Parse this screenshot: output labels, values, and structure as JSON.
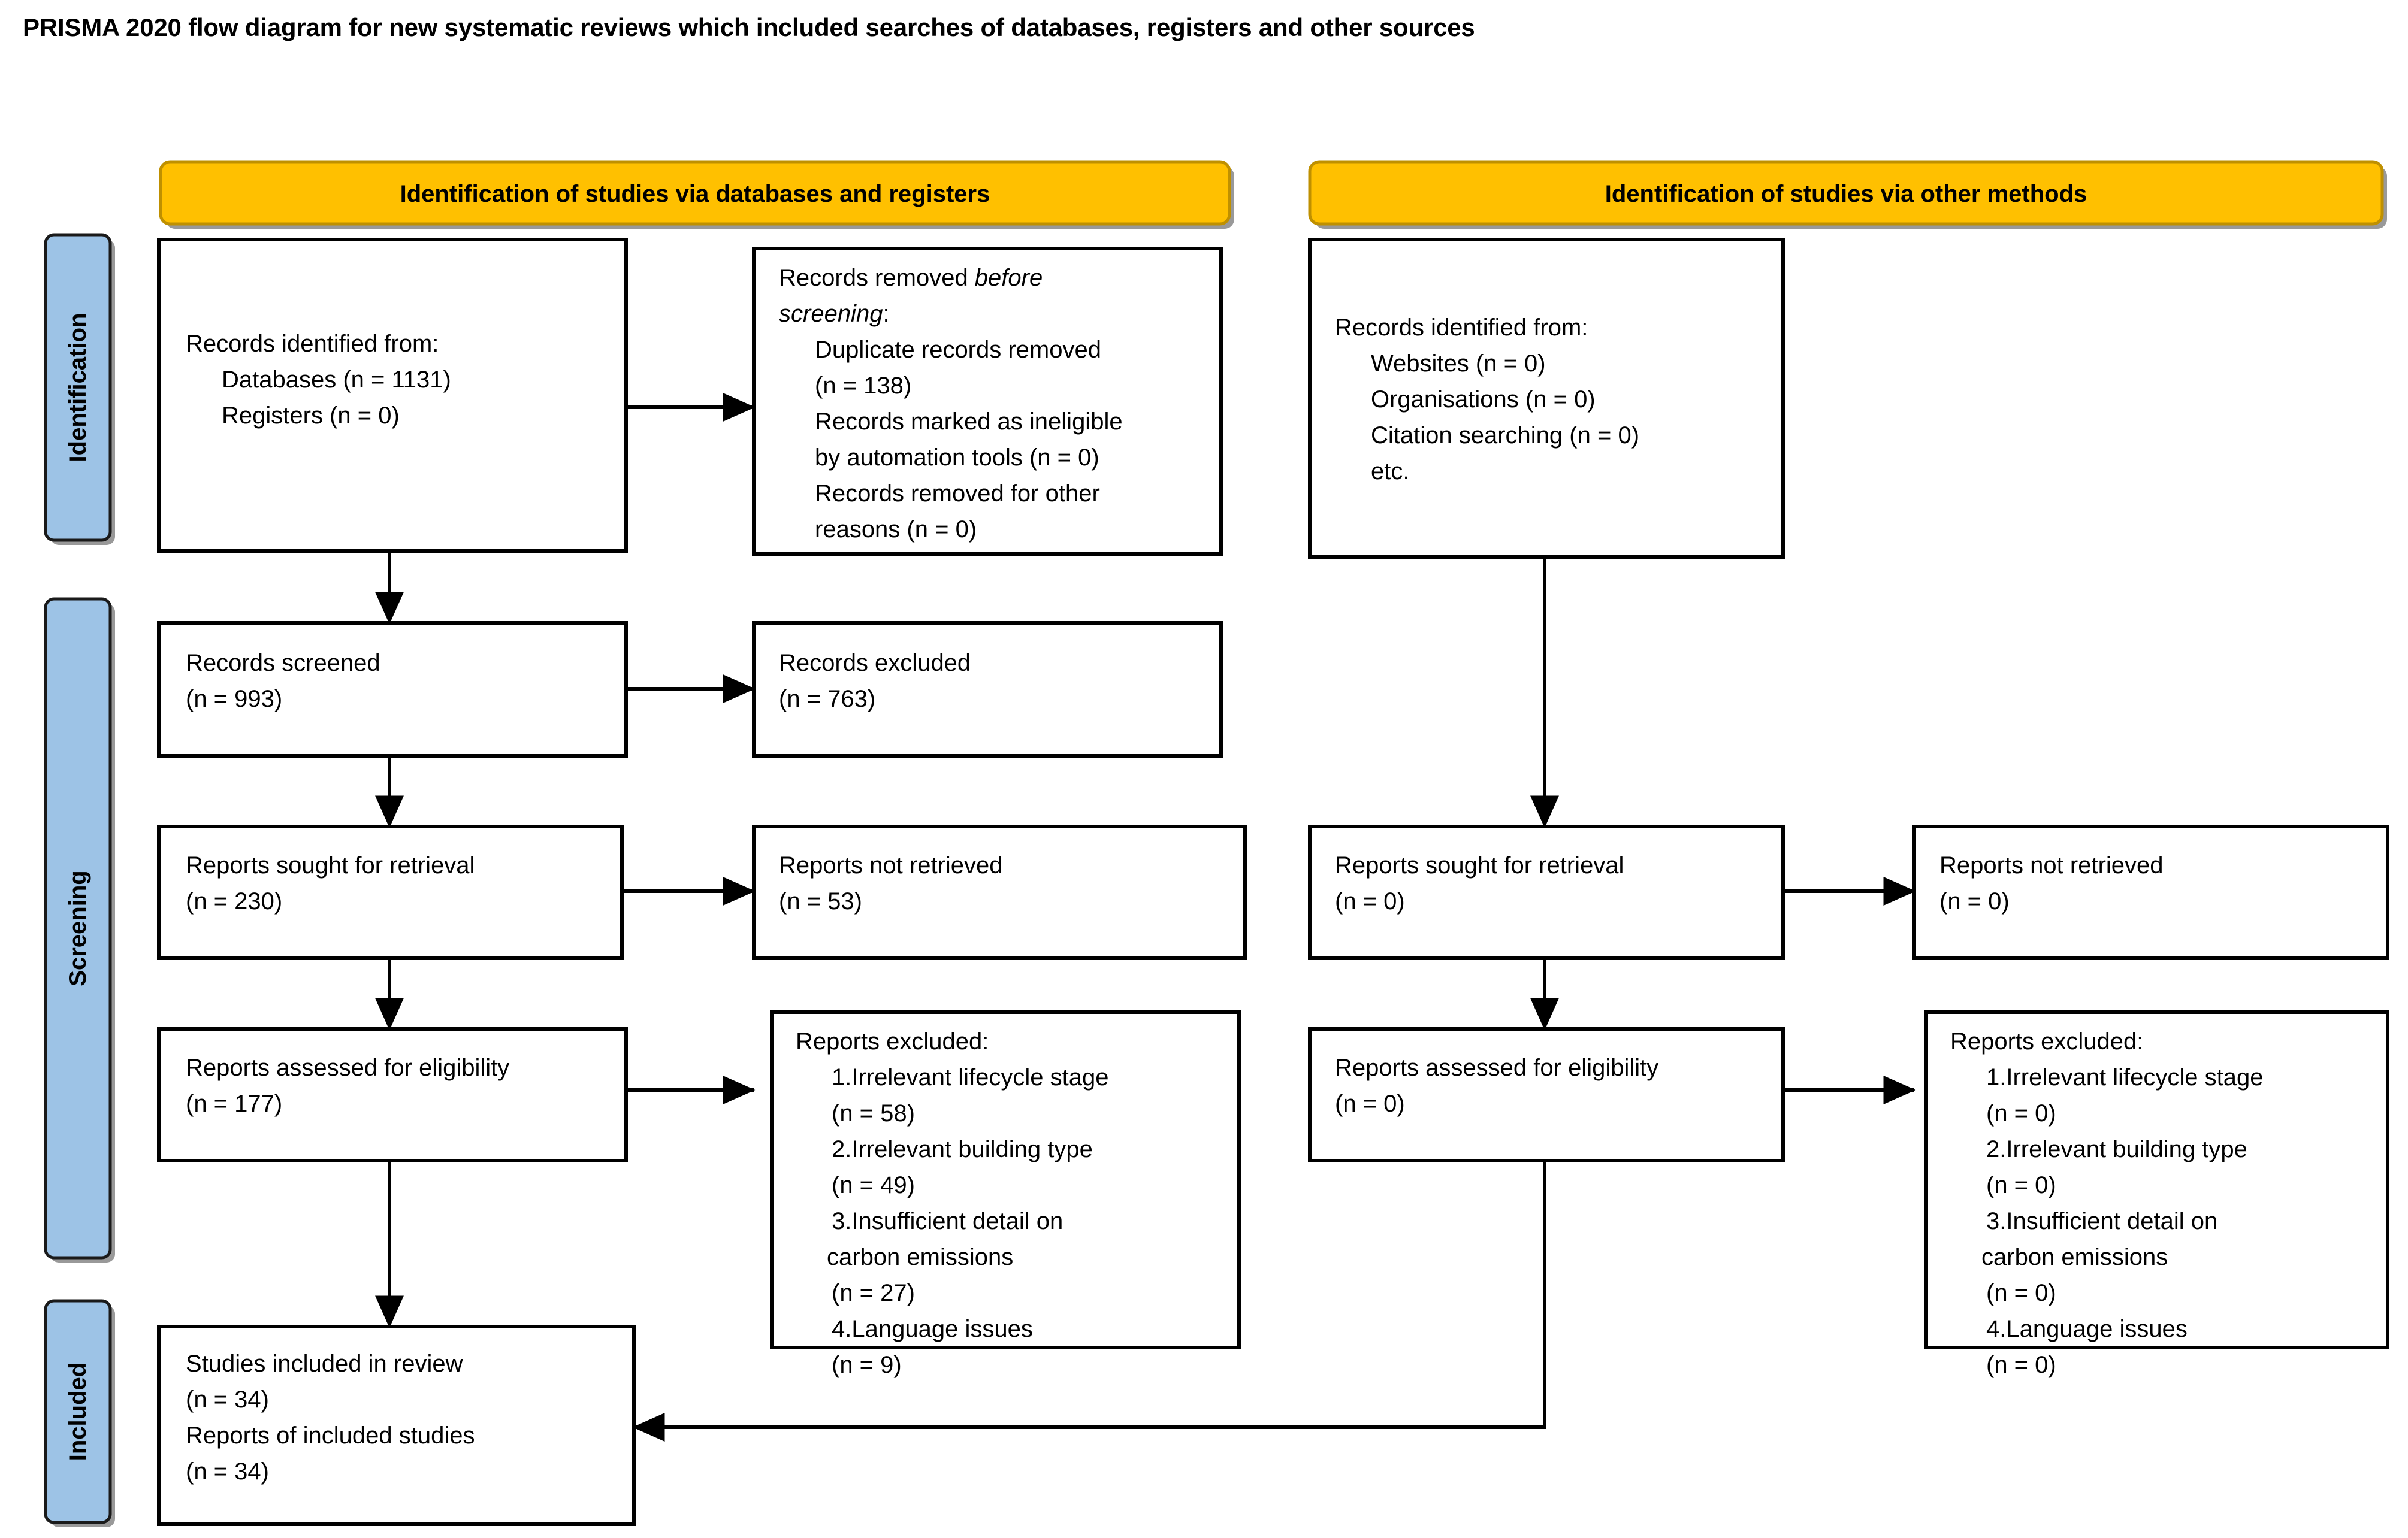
{
  "title": "PRISMA 2020 flow diagram for new systematic reviews which included searches of databases, registers and other sources",
  "colors": {
    "header_fill": "#FFC000",
    "header_border": "#BF9000",
    "stage_fill": "#9DC3E6",
    "box_fill": "#FFFFFF",
    "line": "#000000"
  },
  "stages": [
    {
      "label": "Identification"
    },
    {
      "label": "Screening"
    },
    {
      "label": "Included"
    }
  ],
  "headers": [
    {
      "label": "Identification of studies via databases and registers"
    },
    {
      "label": "Identification of studies via other methods"
    }
  ],
  "boxes": {
    "db_identified": {
      "lines": [
        {
          "text": "Records identified from:",
          "indent": 0
        },
        {
          "text": "Databases (n = 1131)",
          "indent": 1
        },
        {
          "text": "Registers (n = 0)",
          "indent": 1
        }
      ]
    },
    "records_removed": {
      "lines": [
        {
          "text": "Records removed ",
          "indent": 0,
          "italic_tail": "before"
        },
        {
          "text": "screening",
          "indent": 0,
          "italic": true,
          "tail": ":"
        },
        {
          "text": "Duplicate records removed",
          "indent": 1
        },
        {
          "text": "(n = 138)",
          "indent": 1
        },
        {
          "text": "Records marked as ineligible",
          "indent": 1
        },
        {
          "text": "by automation tools (n = 0)",
          "indent": 1
        },
        {
          "text": "Records removed for other",
          "indent": 1
        },
        {
          "text": "reasons (n = 0)",
          "indent": 1
        }
      ]
    },
    "other_identified": {
      "lines": [
        {
          "text": "Records identified from:",
          "indent": 0
        },
        {
          "text": "Websites (n = 0)",
          "indent": 1
        },
        {
          "text": "Organisations (n = 0)",
          "indent": 1
        },
        {
          "text": "Citation searching (n = 0)",
          "indent": 1
        },
        {
          "text": "etc.",
          "indent": 1
        }
      ]
    },
    "records_screened": {
      "lines": [
        {
          "text": "Records screened",
          "indent": 0
        },
        {
          "text": "(n = 993)",
          "indent": 0
        }
      ]
    },
    "records_excluded": {
      "lines": [
        {
          "text": "Records excluded",
          "indent": 0
        },
        {
          "text": "(n = 763)",
          "indent": 0
        }
      ]
    },
    "reports_sought_db": {
      "lines": [
        {
          "text": "Reports sought for retrieval",
          "indent": 0
        },
        {
          "text": "(n = 230)",
          "indent": 0
        }
      ]
    },
    "reports_not_retrieved_db": {
      "lines": [
        {
          "text": "Reports not retrieved",
          "indent": 0
        },
        {
          "text": "(n = 53)",
          "indent": 0
        }
      ]
    },
    "reports_sought_other": {
      "lines": [
        {
          "text": "Reports sought for retrieval",
          "indent": 0
        },
        {
          "text": "(n = 0)",
          "indent": 0
        }
      ]
    },
    "reports_not_retrieved_other": {
      "lines": [
        {
          "text": "Reports not retrieved",
          "indent": 0
        },
        {
          "text": "(n = 0)",
          "indent": 0
        }
      ]
    },
    "reports_assessed_db": {
      "lines": [
        {
          "text": "Reports assessed for eligibility",
          "indent": 0
        },
        {
          "text": "(n = 177)",
          "indent": 0
        }
      ]
    },
    "reports_excluded_db": {
      "lines": [
        {
          "text": "Reports excluded:",
          "indent": 0
        },
        {
          "text": "1.Irrelevant lifecycle stage",
          "indent": 1
        },
        {
          "text": "(n = 58)",
          "indent": 1
        },
        {
          "text": "2.Irrelevant building type",
          "indent": 1
        },
        {
          "text": "(n = 49)",
          "indent": 1
        },
        {
          "text": "3.Insufficient detail on",
          "indent": 1
        },
        {
          "text": "carbon emissions",
          "indent": 1
        },
        {
          "text": "(n = 27)",
          "indent": 1
        },
        {
          "text": "4.Language issues",
          "indent": 1
        },
        {
          "text": "(n = 9)",
          "indent": 1
        }
      ]
    },
    "reports_assessed_other": {
      "lines": [
        {
          "text": "Reports assessed for eligibility",
          "indent": 0
        },
        {
          "text": "(n = 0)",
          "indent": 0
        }
      ]
    },
    "reports_excluded_other": {
      "lines": [
        {
          "text": "Reports excluded:",
          "indent": 0
        },
        {
          "text": "1.Irrelevant lifecycle stage",
          "indent": 1
        },
        {
          "text": "(n = 0)",
          "indent": 1
        },
        {
          "text": "2.Irrelevant building type",
          "indent": 1
        },
        {
          "text": "(n = 0)",
          "indent": 1
        },
        {
          "text": "3.Insufficient detail on",
          "indent": 1
        },
        {
          "text": "carbon emissions",
          "indent": 1
        },
        {
          "text": "(n = 0)",
          "indent": 1
        },
        {
          "text": "4.Language issues",
          "indent": 1
        },
        {
          "text": "(n = 0)",
          "indent": 1
        }
      ]
    },
    "studies_included": {
      "lines": [
        {
          "text": "Studies included in review",
          "indent": 0
        },
        {
          "text": "(n = 34)",
          "indent": 0
        },
        {
          "text": "Reports of included studies",
          "indent": 0
        },
        {
          "text": "(n = 34)",
          "indent": 0
        }
      ]
    }
  }
}
